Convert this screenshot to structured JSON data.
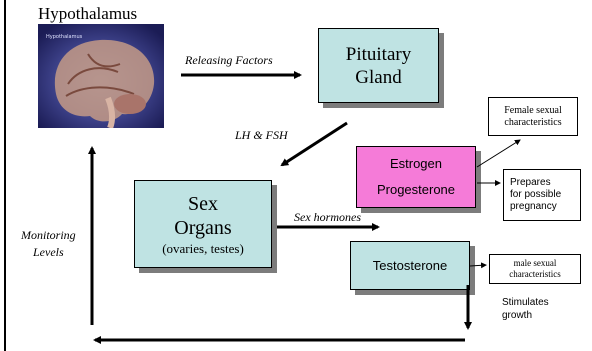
{
  "diagram": {
    "title": "Hypothalamus",
    "brain_image_caption": "Hypothalamus",
    "pituitary": {
      "line1": "Pituitary",
      "line2": "Gland"
    },
    "sex_organs": {
      "line1": "Sex",
      "line2": "Organs",
      "line3": "(ovaries, testes)"
    },
    "female_hormones": {
      "line1": "Estrogen",
      "line2": "Progesterone"
    },
    "male_hormone": "Testosterone",
    "labels": {
      "releasing_factors": "Releasing Factors",
      "lh_fsh": "LH & FSH",
      "sex_hormones": "Sex hormones",
      "monitoring_line1": "Monitoring",
      "monitoring_line2": "Levels",
      "stimulates_line1": "Stimulates",
      "stimulates_line2": "growth"
    },
    "notes": {
      "female_line1": "Female sexual",
      "female_line2": "characteristics",
      "prepares_line1": "Prepares",
      "prepares_line2": "for possible",
      "prepares_line3": "pregnancy",
      "male_line1": "male sexual",
      "male_line2": "characteristics"
    },
    "colors": {
      "teal_box": "#bfe3e3",
      "pink_box": "#f57bd8",
      "shadow": "#7c7c7c"
    }
  }
}
